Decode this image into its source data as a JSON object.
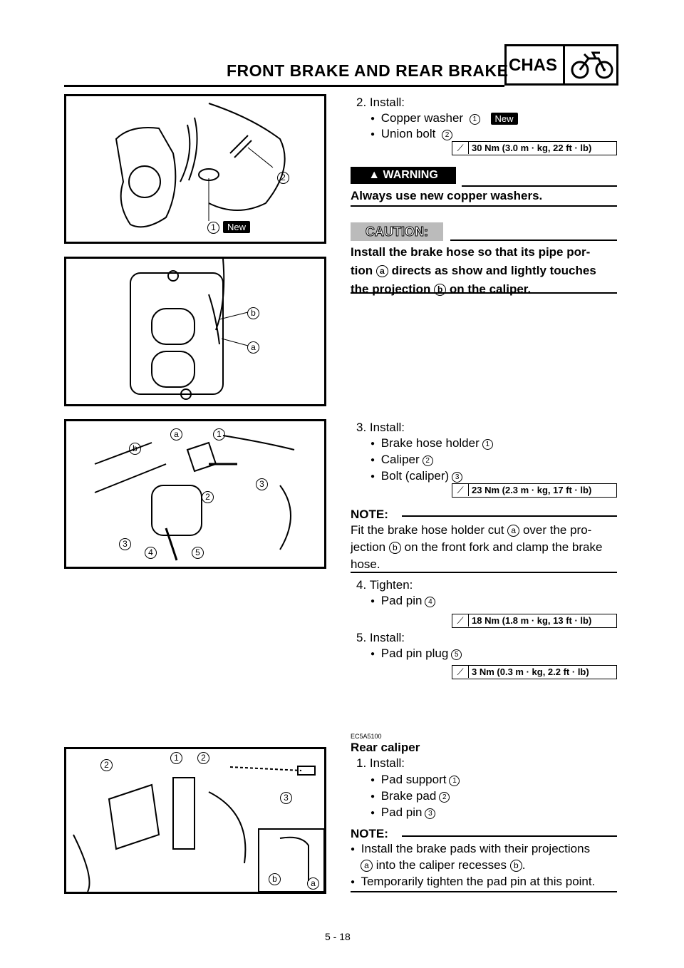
{
  "header": {
    "title": "FRONT BRAKE AND REAR BRAKE",
    "section_code": "CHAS",
    "section_icon": "motorcycle-icon"
  },
  "figures": {
    "fig1": {
      "labels": [
        "2",
        "1"
      ],
      "badge": "New"
    },
    "fig2": {
      "labels": [
        "b",
        "a"
      ]
    },
    "fig3": {
      "labels": [
        "a",
        "1",
        "b",
        "3",
        "2",
        "3",
        "4",
        "5"
      ]
    },
    "fig4": {
      "labels": [
        "2",
        "1",
        "2",
        "3",
        "b",
        "a"
      ]
    }
  },
  "step2": {
    "heading": "2. Install:",
    "items": [
      {
        "text": "Copper washer",
        "num": "1",
        "badge": "New"
      },
      {
        "text": "Union bolt",
        "num": "2"
      }
    ],
    "torque": "30 Nm (3.0 m · kg, 22 ft · lb)"
  },
  "warning": {
    "label": "WARNING",
    "text": "Always use new copper washers."
  },
  "caution": {
    "label": "CAUTION:",
    "line1": "Install the brake hose so that its pipe por-",
    "line2_a": "tion",
    "line2_letter": "a",
    "line2_b": "directs as show and lightly touches",
    "line3_a": "the projection",
    "line3_letter": "b",
    "line3_b": "on the caliper."
  },
  "step3": {
    "heading": "3. Install:",
    "items": [
      {
        "text": "Brake hose holder",
        "num": "1"
      },
      {
        "text": "Caliper",
        "num": "2"
      },
      {
        "text": "Bolt (caliper)",
        "num": "3"
      }
    ],
    "torque": "23 Nm (2.3 m · kg, 17 ft · lb)"
  },
  "note1": {
    "label": "NOTE:",
    "l1a": "Fit the brake hose holder cut",
    "l1_letter": "a",
    "l1b": "over the pro-",
    "l2a": "jection",
    "l2_letter": "b",
    "l2b": "on the front fork and clamp the brake",
    "l3": "hose."
  },
  "step4": {
    "heading": "4. Tighten:",
    "item": {
      "text": "Pad pin",
      "num": "4"
    },
    "torque": "18 Nm (1.8 m · kg, 13 ft · lb)"
  },
  "step5": {
    "heading": "5. Install:",
    "item": {
      "text": "Pad pin plug",
      "num": "5"
    },
    "torque": "3 Nm (0.3 m · kg, 2.2 ft · lb)"
  },
  "rear": {
    "code": "EC5A5100",
    "title": "Rear caliper",
    "heading": "1. Install:",
    "items": [
      {
        "text": "Pad support",
        "num": "1"
      },
      {
        "text": "Brake pad",
        "num": "2"
      },
      {
        "text": "Pad pin",
        "num": "3"
      }
    ]
  },
  "note2": {
    "label": "NOTE:",
    "b1a": "Install the brake pads with their projections",
    "b1_letter_a": "a",
    "b1b": "into the caliper recesses",
    "b1_letter_b": "b",
    "b2": "Temporarily tighten the pad pin at this point."
  },
  "footer": {
    "page": "5 - 18"
  }
}
